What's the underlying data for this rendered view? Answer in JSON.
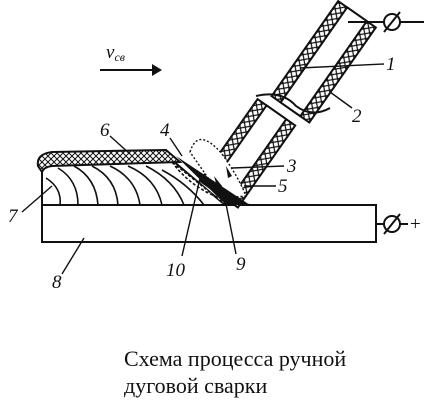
{
  "diagram": {
    "velocity_symbol": "v",
    "velocity_subscript": "св",
    "terminal_plus": "+",
    "labels": {
      "l1": "1",
      "l2": "2",
      "l3": "3",
      "l4": "4",
      "l5": "5",
      "l6": "6",
      "l7": "7",
      "l8": "8",
      "l9": "9",
      "l10": "10"
    }
  },
  "caption": {
    "line1": "Схема процесса ручной",
    "line2": "дуговой сварки"
  }
}
